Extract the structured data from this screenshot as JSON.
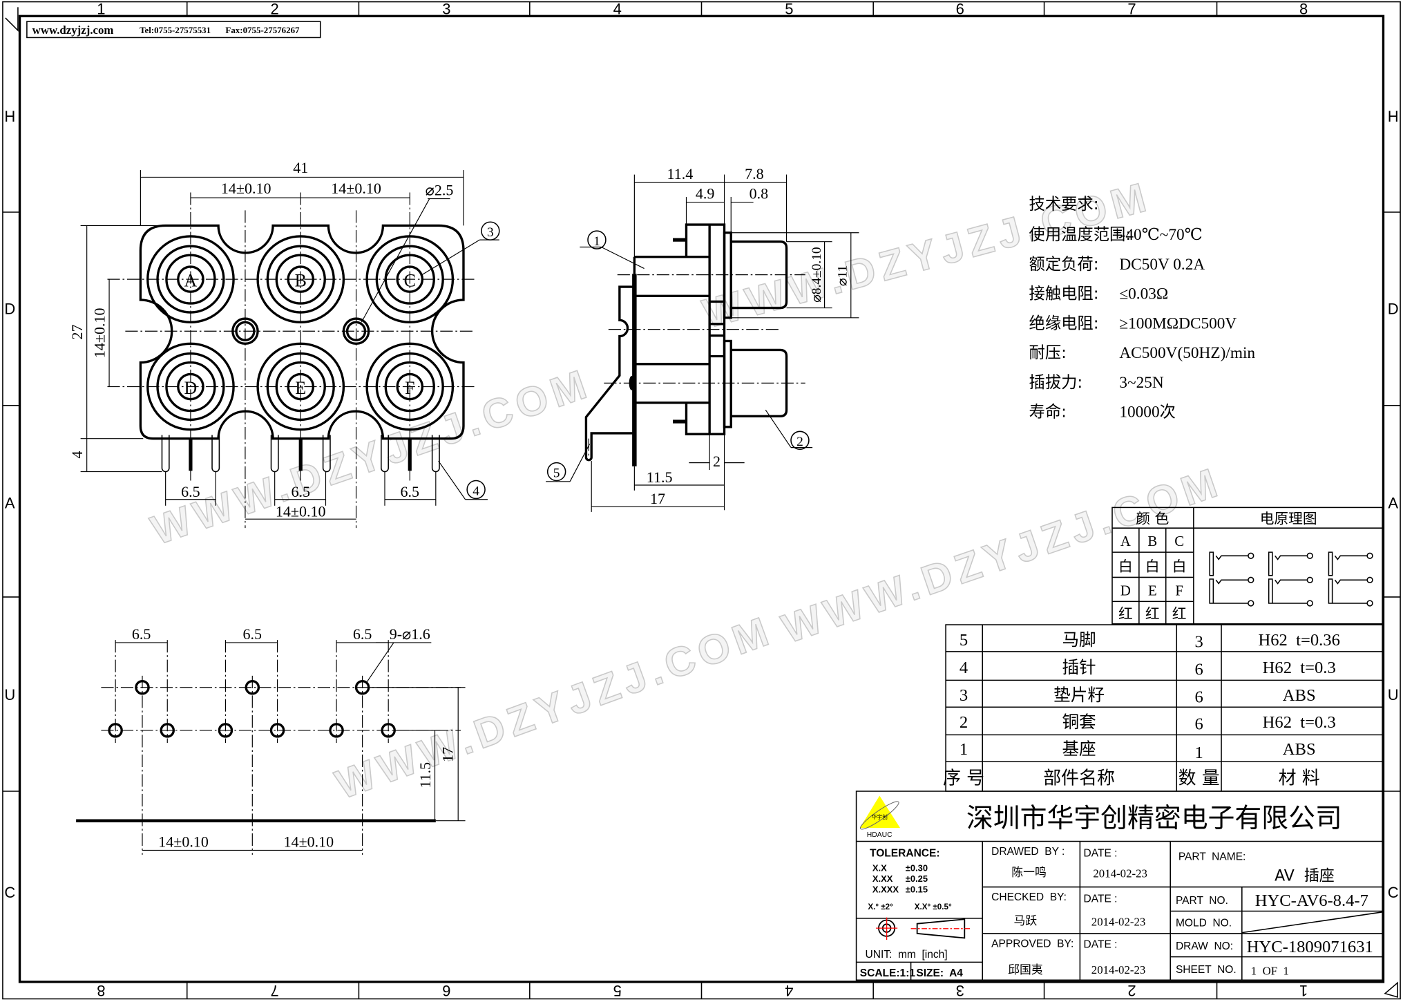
{
  "header": {
    "website": "www.dzyjzj.com",
    "tel": "Tel:0755-27575531",
    "fax": "Fax:0755-27576267"
  },
  "grid": {
    "top_numbers": [
      "1",
      "2",
      "3",
      "4",
      "5",
      "6",
      "7",
      "8"
    ],
    "bottom_numbers": [
      "8",
      "7",
      "6",
      "5",
      "4",
      "3",
      "2",
      "1"
    ],
    "side_letters": [
      "H",
      "D",
      "A",
      "U",
      "C"
    ]
  },
  "watermark": "WWW.DZYJZJ.COM",
  "front_view": {
    "jack_labels": [
      "A",
      "B",
      "C",
      "D",
      "E",
      "F"
    ],
    "dim_width": "41",
    "dim_pitch_top_left": "14±0.10",
    "dim_pitch_top_right": "14±0.10",
    "dim_hole": "⌀2.5",
    "dim_height": "27",
    "dim_row_pitch": "14±0.10",
    "dim_pin_length": "4",
    "dim_pin_spacing": [
      "6.5",
      "6.5",
      "6.5"
    ],
    "dim_pitch_bottom": "14±0.10",
    "callouts": [
      "3",
      "4"
    ]
  },
  "side_view": {
    "dim_depth": "11.4",
    "dim_front": "7.8",
    "dim_block": "4.9",
    "dim_flange": "0.8",
    "dim_plug_dia": "⌀8.4±0.10",
    "dim_flange_dia": "⌀11",
    "dim_plate": "2",
    "dim_body": "11.5",
    "dim_total": "17",
    "callouts": [
      "1",
      "2",
      "5"
    ]
  },
  "footprint": {
    "dim_spacing": [
      "6.5",
      "6.5",
      "6.5"
    ],
    "dim_holes": "9-⌀1.6",
    "dim_17": "17",
    "dim_11_5": "11.5",
    "dim_pitch": [
      "14±0.10",
      "14±0.10"
    ]
  },
  "tech_requirements": {
    "title": "技术要求:",
    "items": [
      {
        "label": "使用温度范围:",
        "value": "-40℃~70℃"
      },
      {
        "label": "额定负荷:",
        "value": "DC50V 0.2A"
      },
      {
        "label": "接触电阻:",
        "value": "≤0.03Ω"
      },
      {
        "label": "绝缘电阻:",
        "value": "≥100MΩDC500V"
      },
      {
        "label": "耐压:",
        "value": "AC500V(50HZ)/min"
      },
      {
        "label": "插拔力:",
        "value": "3~25N"
      },
      {
        "label": "寿命:",
        "value": "10000次"
      }
    ]
  },
  "color_table": {
    "header": "颜 色",
    "schematic_header": "电原理图",
    "rows": [
      [
        "A",
        "B",
        "C"
      ],
      [
        "白",
        "白",
        "白"
      ],
      [
        "D",
        "E",
        "F"
      ],
      [
        "红",
        "红",
        "红"
      ]
    ]
  },
  "bom": {
    "rows": [
      {
        "no": "5",
        "name": "马脚",
        "qty": "3",
        "material": "H62  t=0.36"
      },
      {
        "no": "4",
        "name": "插针",
        "qty": "6",
        "material": "H62  t=0.3"
      },
      {
        "no": "3",
        "name": "垫片籽",
        "qty": "6",
        "material": "ABS"
      },
      {
        "no": "2",
        "name": "铜套",
        "qty": "6",
        "material": "H62  t=0.3"
      },
      {
        "no": "1",
        "name": "基座",
        "qty": "1",
        "material": "ABS"
      }
    ],
    "header": {
      "no": "序 号",
      "name": "部件名称",
      "qty": "数 量",
      "material": "材 料"
    }
  },
  "title_block": {
    "logo_text": "HDAUC",
    "logo_cn": "华宇创",
    "company": "深圳市华宇创精密电子有限公司",
    "tolerance_title": "TOLERANCE:",
    "tolerances": [
      [
        "X.X",
        "±0.30"
      ],
      [
        "X.XX",
        "±0.25"
      ],
      [
        "X.XXX",
        "±0.15"
      ]
    ],
    "angle_tol": [
      "X.° ±2°",
      "X.X° ±0.5°"
    ],
    "unit": "UNIT:  mm  [inch]",
    "scale": "SCALE:1:1",
    "size": "SIZE:  A4",
    "drawed_by_label": "DRAWED  BY :",
    "drawed_by": "陈一鸣",
    "checked_by_label": "CHECKED  BY:",
    "checked_by": "马跃",
    "approved_by_label": "APPROVED  BY:",
    "approved_by": "邱国夷",
    "date_label": "DATE :",
    "dates": [
      "2014-02-23",
      "2014-02-23",
      "2014-02-23"
    ],
    "part_name_label": "PART  NAME:",
    "part_name": "AV  插座",
    "part_no_label": "PART  NO.",
    "part_no": "HYC-AV6-8.4-7",
    "mold_no_label": "MOLD  NO.",
    "draw_no_label": "DRAW  NO:",
    "draw_no": "HYC-1809071631",
    "sheet_no_label": "SHEET  NO.",
    "sheet_no": "1  OF  1"
  },
  "colors": {
    "logo_yellow": "#ffff00",
    "center_mark_red": "#ff0000"
  }
}
